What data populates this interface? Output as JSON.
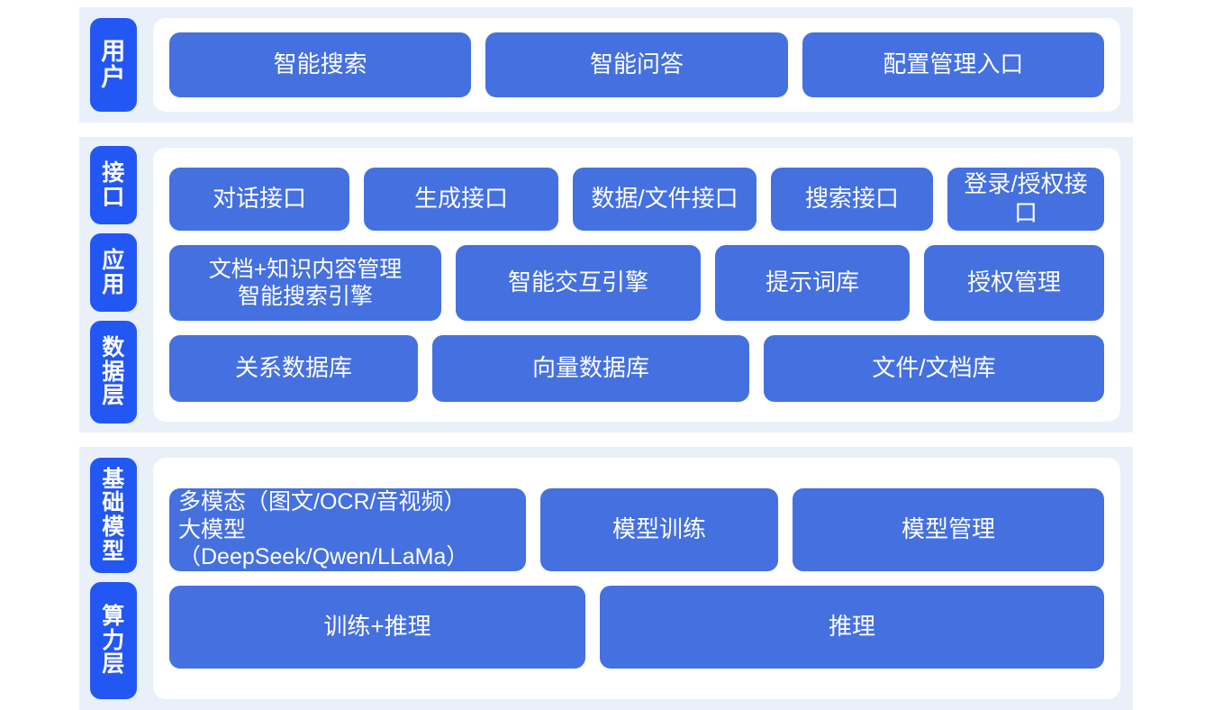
{
  "theme": {
    "page_background": "#ffffff",
    "band_background": "#eaf0f9",
    "panel_background": "#ffffff",
    "tab_blue": "#2357f3",
    "box_blue": "#4470e0",
    "text_on_blue": "#ffffff"
  },
  "diagram": {
    "type": "layered-architecture",
    "sections": [
      {
        "id": "user",
        "tabs": [
          {
            "label": "用户",
            "chars": [
              "用",
              "户"
            ]
          }
        ],
        "rows": [
          {
            "id": "user-entries",
            "boxes": [
              {
                "label": "智能搜索"
              },
              {
                "label": "智能问答"
              },
              {
                "label": "配置管理入口"
              }
            ]
          }
        ]
      },
      {
        "id": "middle",
        "tabs": [
          {
            "label": "接口",
            "chars": [
              "接",
              "口"
            ]
          },
          {
            "label": "应用",
            "chars": [
              "应",
              "用"
            ]
          },
          {
            "label": "数据层",
            "chars": [
              "数",
              "据",
              "层"
            ]
          }
        ],
        "rows": [
          {
            "id": "interface",
            "boxes": [
              {
                "label": "对话接口"
              },
              {
                "label": "生成接口"
              },
              {
                "label": "数据/文件接口"
              },
              {
                "label": "搜索接口"
              },
              {
                "label": "登录/授权接口"
              }
            ]
          },
          {
            "id": "application",
            "boxes": [
              {
                "label": "文档+知识内容管理\n智能搜索引擎"
              },
              {
                "label": "智能交互引擎"
              },
              {
                "label": "提示词库"
              },
              {
                "label": "授权管理"
              }
            ]
          },
          {
            "id": "data",
            "boxes": [
              {
                "label": "关系数据库"
              },
              {
                "label": "向量数据库"
              },
              {
                "label": "文件/文档库"
              }
            ]
          }
        ]
      },
      {
        "id": "base",
        "tabs": [
          {
            "label": "基础模型",
            "chars": [
              "基",
              "础",
              "模",
              "型"
            ]
          },
          {
            "label": "算力层",
            "chars": [
              "算",
              "力",
              "层"
            ]
          }
        ],
        "rows": [
          {
            "id": "model",
            "boxes": [
              {
                "label": "多模态（图文/OCR/音视频）\n大模型（DeepSeek/Qwen/LLaMa）"
              },
              {
                "label": "模型训练"
              },
              {
                "label": "模型管理"
              }
            ]
          },
          {
            "id": "compute",
            "boxes": [
              {
                "label": "训练+推理"
              },
              {
                "label": "推理"
              }
            ]
          }
        ]
      }
    ]
  }
}
